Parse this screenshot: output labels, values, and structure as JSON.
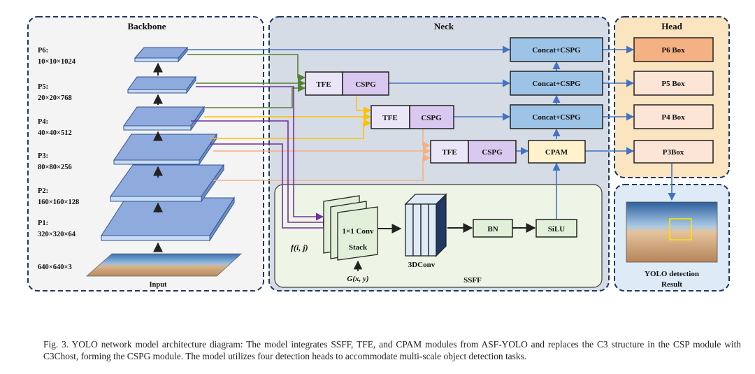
{
  "sections": {
    "backbone": "Backbone",
    "neck": "Neck",
    "head": "Head"
  },
  "backbone": {
    "levels": [
      {
        "name": "P6:",
        "dims": "10×10×1024"
      },
      {
        "name": "P5:",
        "dims": "20×20×768"
      },
      {
        "name": "P4:",
        "dims": "40×40×512"
      },
      {
        "name": "P3:",
        "dims": "80×80×256"
      },
      {
        "name": "P2:",
        "dims": "160×160×128"
      },
      {
        "name": "P1:",
        "dims": "320×320×64"
      }
    ],
    "input_dims": "640×640×3",
    "input_label": "Input"
  },
  "neck": {
    "tfe": "TFE",
    "cspg": "CSPG",
    "concat": "Concat+CSPG",
    "cpam": "CPAM"
  },
  "ssff": {
    "title": "SSFF",
    "conv": "1×1 Conv",
    "stack": "Stack",
    "f_label": "f(i, j)",
    "g_label": "G(x, y)",
    "conv3d": "3DConv",
    "bn": "BN",
    "silu": "SiLU"
  },
  "head": {
    "boxes": [
      "P6 Box",
      "P5 Box",
      "P4 Box",
      "P3Box"
    ],
    "result_line1": "YOLO detection",
    "result_line2": "Result"
  },
  "caption": "Fig. 3.  YOLO network model architecture diagram: The model integrates SSFF, TFE, and CPAM modules from ASF-YOLO and replaces the C3 structure in the CSP module with C3Chost, forming the CSPG module. The model utilizes four detection heads to accommodate multi-scale object detection tasks.",
  "colors": {
    "blue_arrow": "#4472c4",
    "green_arrow": "#548235",
    "purple_arrow": "#7030a0",
    "orange_arrow": "#ffc000",
    "peach_arrow": "#f4b183",
    "tfe_fill": "#ebe6f7",
    "cspg_fill": "#d9c8ef",
    "concat_fill": "#9dc3e6",
    "cpam_fill": "#fff2cc",
    "p6box_fill": "#f4b183",
    "headbox_fill": "#fce4d6",
    "ssff_block_fill": "#e2f0d9"
  }
}
